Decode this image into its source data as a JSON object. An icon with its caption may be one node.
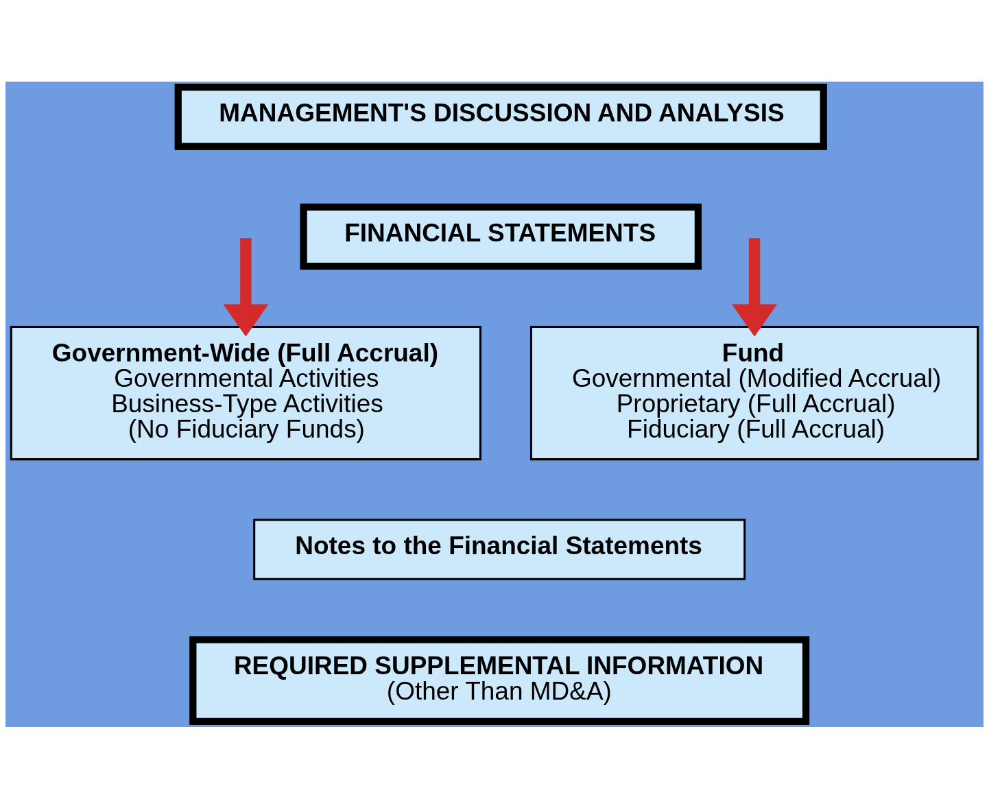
{
  "diagram": {
    "nodes": [
      {
        "text": [
          "MANAGEMENT'S DISCUSSION AND ANALYSIS"
        ]
      },
      {
        "text": [
          "FINANCIAL STATEMENTS"
        ]
      },
      {
        "text": [
          "Government-Wide (Full Accrual)",
          "Governmental Activities",
          "Business-Type Activities",
          "(No Fiduciary Funds)"
        ]
      },
      {
        "text": [
          "Fund",
          "Governmental (Modified Accrual)",
          "Proprietary (Full Accrual)",
          "Fiduciary (Full Accrual)"
        ]
      },
      {
        "text": [
          "Notes to the Financial Statements"
        ]
      },
      {
        "text": [
          "REQUIRED SUPPLEMENTAL INFORMATION",
          "(Other Than MD&A)"
        ]
      }
    ],
    "edges": [
      {
        "from": null,
        "to": 2,
        "arrow": "to"
      },
      {
        "from": null,
        "to": 3,
        "arrow": "to"
      }
    ]
  }
}
